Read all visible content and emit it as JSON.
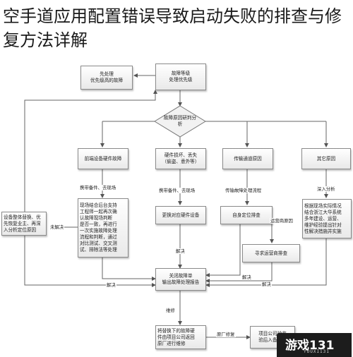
{
  "title": "空手道应用配置错误导致启动失败的排查与修复方法详解",
  "nodes": {
    "first_handle": "先处理\n优先级高的故障",
    "level": "故障等级\n处理优先级",
    "diamond": "故障原因研判分\n析",
    "frontend": "前端设备硬件故障",
    "hardware": "硬件损坏、丢失\n（偷盗、意外等）",
    "transport": "传输通道原因",
    "other": "其它原因",
    "onsite_process": "现场结合后台支持\n工程师一起再次确\n认故障现场判断\n是否一致，再进行\n一次实施故障处理\n流程和判断，通过\n对比测试、交叉测\n试、排除法等处理",
    "replace": "更换对应硬件设备",
    "self_locate": "自身定位排查",
    "operator": "寻求运营商排查",
    "analysis": "根据现场实际情况\n结合浙江大华系统\n多年建设、运营、\n维护经验提出针对\n性解决措施并实施",
    "whole_replace": "设备整体替换、优\n先恢复业主、再深\n入分析定位原因",
    "close_ticket": "关闭故障单\n输出故障处理报告",
    "send_repair": "将替换下的故障硬\n件由项目公司返回\n原厂进行维修",
    "vendor_return": "项目公司验收\n验后入备品库"
  },
  "labels": {
    "carry1": "携带备件、去现场",
    "carry2": "携带备件、去现场",
    "transfer": "传输故障处理流程",
    "deep": "深入分析",
    "solved_center": "解决",
    "solved_left": "解决",
    "solved_right": "解决",
    "unsolved": "未解决",
    "solved_a": "解决",
    "operator_link": "运营商原因",
    "repair": "维修",
    "vendor_repair": "原厂修复"
  },
  "watermark": {
    "main": "游戏131",
    "sub": "YOUXI131"
  }
}
